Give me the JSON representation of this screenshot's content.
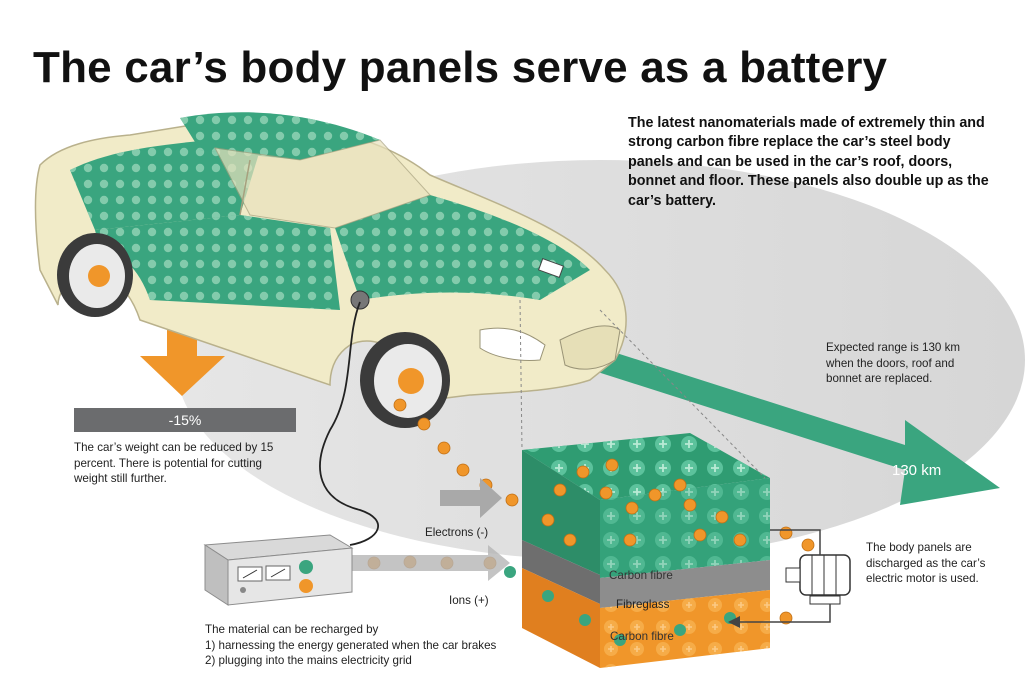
{
  "title": "The car’s body panels serve as a battery",
  "intro": "The latest nanomaterials made of extremely thin and strong carbon fibre replace the car’s steel body panels and can be used in the car’s roof, doors, bonnet and floor. These panels also double up as the car’s battery.",
  "weight": {
    "percent": "-15%",
    "text": "The car’s weight can be reduced by 15 percent. There is potential for cutting weight still further."
  },
  "range": {
    "text": "Expected range is 130 km when the doors, roof and bonnet are replaced.",
    "value": "130 km"
  },
  "battery": {
    "electrons_label": "Electrons (-)",
    "ions_label": "Ions (+)",
    "layers": [
      "Carbon fibre",
      "Fibreglass",
      "Carbon fibre"
    ],
    "discharge_text": "The body panels are discharged as the car’s electric motor is used."
  },
  "recharge": {
    "intro": "The material can be recharged by",
    "line1": "1) harnessing the energy generated when the car brakes",
    "line2": "2) plugging into the mains electricity grid"
  },
  "colors": {
    "green": "#3aa57f",
    "orange": "#f0962a",
    "car_body": "#f1ebc8",
    "grey": "#6b6c6e"
  }
}
